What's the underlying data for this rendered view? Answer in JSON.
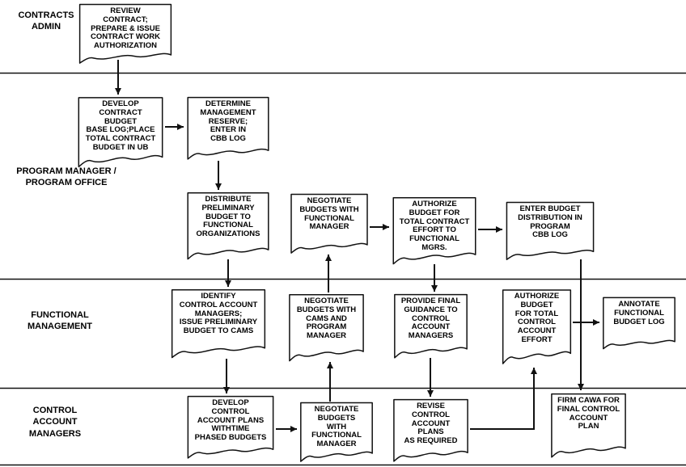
{
  "diagram": {
    "type": "swimlane-flowchart",
    "colors": {
      "line": "#111111",
      "box_fill": "#ffffff",
      "text": "#000000",
      "background": "#ffffff"
    },
    "lanes": [
      {
        "id": "contracts-admin",
        "label": "CONTRACTS\nADMIN"
      },
      {
        "id": "program-manager-program-office",
        "label": "PROGRAM MANAGER /\nPROGRAM OFFICE"
      },
      {
        "id": "functional-management",
        "label": "FUNCTIONAL\nMANAGEMENT"
      },
      {
        "id": "control-account-managers",
        "label": "CONTROL\nACCOUNT\nMANAGERS"
      }
    ],
    "nodes": [
      {
        "id": "review-contract-cwa",
        "lane": "contracts-admin",
        "shape": "document",
        "label": "REVIEW\nCONTRACT;\nPREPARE & ISSUE\nCONTRACT WORK\nAUTHORIZATION"
      },
      {
        "id": "develop-contract-budget-base-log",
        "lane": "program-manager-program-office",
        "shape": "document",
        "label": "DEVELOP\nCONTRACT\nBUDGET\nBASE LOG;PLACE\nTOTAL CONTRACT\nBUDGET IN UB"
      },
      {
        "id": "determine-management-reserve",
        "lane": "program-manager-program-office",
        "shape": "document",
        "label": "DETERMINE\nMANAGEMENT\nRESERVE;\nENTER IN\nCBB LOG"
      },
      {
        "id": "distribute-preliminary-budget",
        "lane": "program-manager-program-office",
        "shape": "document",
        "label": "DISTRIBUTE\nPRELIMINARY\nBUDGET TO\nFUNCTIONAL\nORGANIZATIONS"
      },
      {
        "id": "negotiate-budgets-with-functional-manager-pm",
        "lane": "program-manager-program-office",
        "shape": "document",
        "label": "NEGOTIATE\nBUDGETS WITH\nFUNCTIONAL\nMANAGER"
      },
      {
        "id": "authorize-budget-total-contract-effort",
        "lane": "program-manager-program-office",
        "shape": "document",
        "label": "AUTHORIZE\nBUDGET FOR\nTOTAL CONTRACT\nEFFORT TO\nFUNCTIONAL\nMGRS."
      },
      {
        "id": "enter-budget-distribution-program-cbb-log",
        "lane": "program-manager-program-office",
        "shape": "document",
        "label": "ENTER BUDGET\nDISTRIBUTION IN\nPROGRAM\nCBB LOG"
      },
      {
        "id": "identify-cams",
        "lane": "functional-management",
        "shape": "document",
        "label": "IDENTIFY\nCONTROL ACCOUNT\nMANAGERS;\nISSUE PRELIMINARY\nBUDGET TO CAMS"
      },
      {
        "id": "negotiate-budgets-with-cams-and-program-manager",
        "lane": "functional-management",
        "shape": "document",
        "label": "NEGOTIATE\nBUDGETS WITH\nCAMS AND\nPROGRAM\nMANAGER"
      },
      {
        "id": "provide-final-guidance",
        "lane": "functional-management",
        "shape": "document",
        "label": "PROVIDE FINAL\nGUIDANCE TO\nCONTROL\nACCOUNT\nMANAGERS"
      },
      {
        "id": "authorize-budget-total-control-account-effort",
        "lane": "functional-management",
        "shape": "document",
        "label": "AUTHORIZE\nBUDGET\nFOR TOTAL\nCONTROL\nACCOUNT\nEFFORT"
      },
      {
        "id": "annotate-functional-budget-log",
        "lane": "functional-management",
        "shape": "document",
        "label": "ANNOTATE\nFUNCTIONAL\nBUDGET LOG"
      },
      {
        "id": "develop-control-account-plans",
        "lane": "control-account-managers",
        "shape": "document",
        "label": "DEVELOP\nCONTROL\nACCOUNT PLANS\nWITHTIME\nPHASED BUDGETS"
      },
      {
        "id": "negotiate-budgets-with-functional-manager-cam",
        "lane": "control-account-managers",
        "shape": "document",
        "label": "NEGOTIATE\nBUDGETS\nWITH\nFUNCTIONAL\nMANAGER"
      },
      {
        "id": "revise-control-account-plans",
        "lane": "control-account-managers",
        "shape": "document",
        "label": "REVISE\nCONTROL\nACCOUNT\nPLANS\nAS REQUIRED"
      },
      {
        "id": "firm-cawa-final-control-account-plan",
        "lane": "control-account-managers",
        "shape": "document",
        "label": "FIRM CAWA FOR\nFINAL CONTROL\nACCOUNT\nPLAN"
      }
    ],
    "edges": [
      {
        "from": "review-contract-cwa",
        "to": "develop-contract-budget-base-log"
      },
      {
        "from": "develop-contract-budget-base-log",
        "to": "determine-management-reserve"
      },
      {
        "from": "determine-management-reserve",
        "to": "distribute-preliminary-budget"
      },
      {
        "from": "distribute-preliminary-budget",
        "to": "identify-cams"
      },
      {
        "from": "identify-cams",
        "to": "develop-control-account-plans"
      },
      {
        "from": "develop-control-account-plans",
        "to": "negotiate-budgets-with-functional-manager-cam"
      },
      {
        "from": "negotiate-budgets-with-functional-manager-cam",
        "to": "negotiate-budgets-with-cams-and-program-manager"
      },
      {
        "from": "negotiate-budgets-with-cams-and-program-manager",
        "to": "negotiate-budgets-with-functional-manager-pm"
      },
      {
        "from": "negotiate-budgets-with-functional-manager-pm",
        "to": "authorize-budget-total-contract-effort"
      },
      {
        "from": "authorize-budget-total-contract-effort",
        "to": "enter-budget-distribution-program-cbb-log"
      },
      {
        "from": "authorize-budget-total-contract-effort",
        "to": "provide-final-guidance"
      },
      {
        "from": "provide-final-guidance",
        "to": "revise-control-account-plans"
      },
      {
        "from": "revise-control-account-plans",
        "to": "authorize-budget-total-control-account-effort"
      },
      {
        "from": "authorize-budget-total-control-account-effort",
        "to": "annotate-functional-budget-log"
      },
      {
        "from": "enter-budget-distribution-program-cbb-log",
        "to": "firm-cawa-final-control-account-plan"
      }
    ]
  }
}
